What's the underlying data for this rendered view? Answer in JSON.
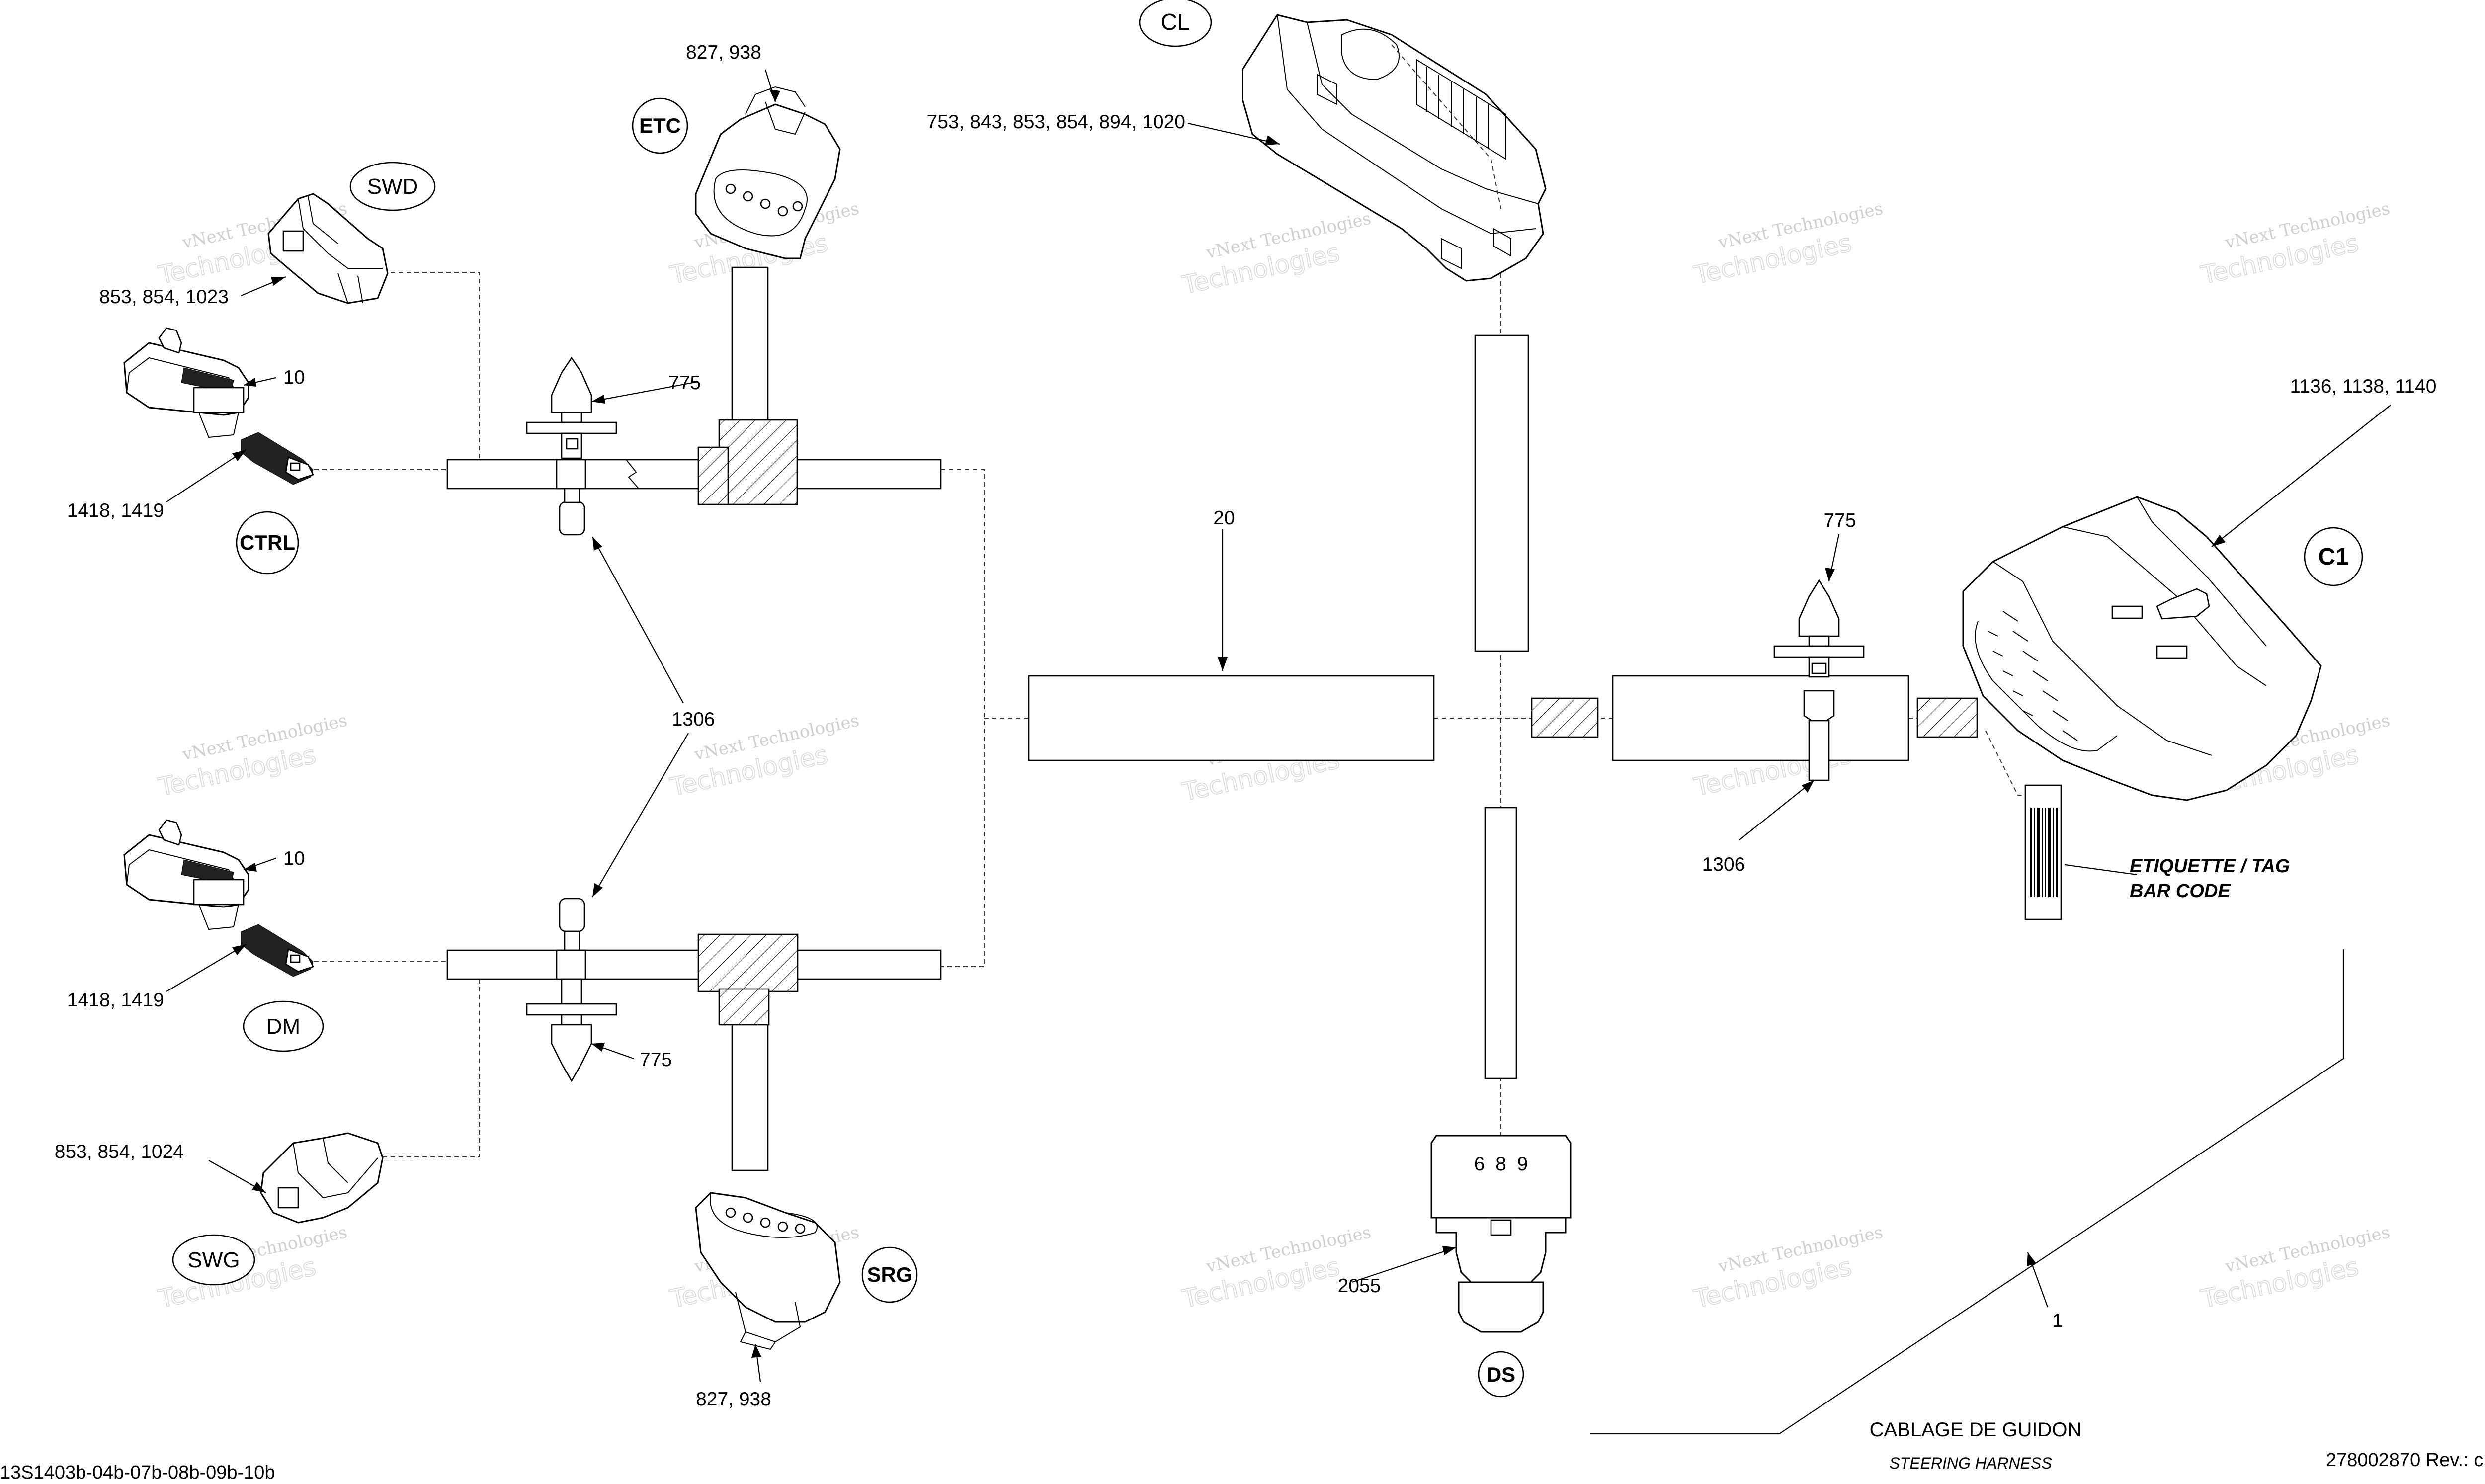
{
  "tags": {
    "cl": "CL",
    "etc": "ETC",
    "swd": "SWD",
    "ctrl": "CTRL",
    "dm": "DM",
    "swg": "SWG",
    "srg": "SRG",
    "ds": "DS",
    "c1": "C1"
  },
  "callouts": {
    "etc_ref": "827, 938",
    "cl_ref": "753, 843, 853, 854, 894, 1020",
    "swd_ref": "853, 854, 1023",
    "ctrl_sensor_ref": "10",
    "ctrl_ref": "1418, 1419",
    "clip_top": "775",
    "clip_mid": "1306",
    "dm_sensor_ref": "10",
    "dm_ref": "1418, 1419",
    "clip_bottom": "775",
    "swg_ref": "853, 854, 1024",
    "srg_ref": "827, 938",
    "tube": "20",
    "clip_right": "775",
    "clip_right_base": "1306",
    "c1_ref": "1136, 1138, 1140",
    "ds_ref": "2055",
    "ds_pins": "6  8  9",
    "harness": "1"
  },
  "barcode": {
    "line1": "ETIQUETTE / TAG",
    "line2": "BAR CODE"
  },
  "title": {
    "fr": "CABLAGE DE GUIDON",
    "en": "STEERING HARNESS"
  },
  "footer": {
    "drawing_id": "13S1403b-04b-07b-08b-09b-10b",
    "part_rev": "278002870 Rev.: c"
  },
  "watermark": {
    "line1": "vNext Technologies",
    "line2": "Technologies",
    "line3": "vNext"
  }
}
